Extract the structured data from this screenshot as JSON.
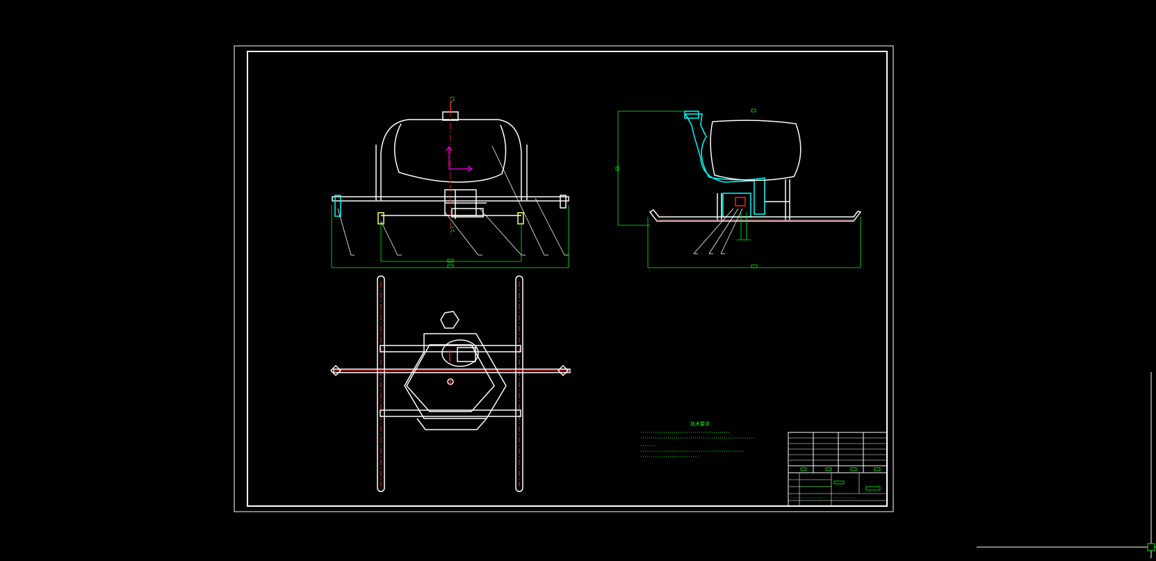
{
  "app": {
    "canvas_background": "#000000"
  },
  "colors": {
    "geometry": "#ffffff",
    "dimension": "#00ff00",
    "centerline": "#ff2020",
    "highlight": "#00ffff",
    "ucs": "#ff00ff",
    "frame": "#ffffff"
  },
  "drawing": {
    "notes_heading": "技术要求",
    "section_mark_top": "A",
    "section_mark_bottom": "A"
  },
  "icons": {
    "ucs": "ucs-axis-icon",
    "crosshair": "crosshair-cursor-icon"
  }
}
